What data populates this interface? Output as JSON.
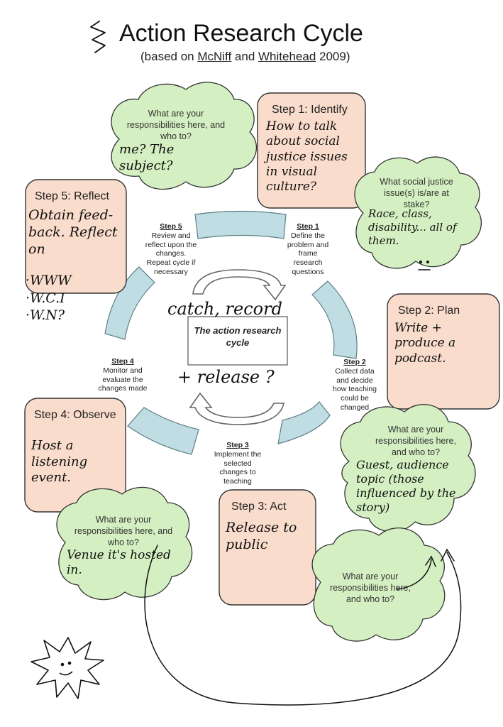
{
  "header": {
    "title": "Action Research Cycle",
    "subtitle_pre": "(based on ",
    "author1": "McNiff",
    "subtitle_and": " and ",
    "author2": "Whitehead",
    "subtitle_post": " 2009)"
  },
  "center": {
    "text": "The action research cycle"
  },
  "cycle_steps": [
    {
      "num": "Step 1",
      "desc": "Define the problem and frame research questions"
    },
    {
      "num": "Step 2",
      "desc": "Collect data and decide how teaching could be changed"
    },
    {
      "num": "Step 3",
      "desc": "Implement the selected changes to teaching"
    },
    {
      "num": "Step 4",
      "desc": "Monitor and evaluate the changes made"
    },
    {
      "num": "Step 5",
      "desc": "Review and reflect upon the changes. Repeat cycle if necessary"
    }
  ],
  "boxes": {
    "step1": {
      "title": "Step 1: Identify",
      "note": "How to talk about social justice issues in visual culture?"
    },
    "step2": {
      "title": "Step 2: Plan",
      "note": "Write + produce a podcast."
    },
    "step3": {
      "title": "Step 3: Act",
      "note": "Release to public"
    },
    "step4": {
      "title": "Step 4: Observe",
      "note": "Host a listening event."
    },
    "step5": {
      "title": "Step 5: Reflect",
      "note": "Obtain feed-back. Reflect on",
      "list": [
        "·WWW",
        "·W.C.I",
        "·W.N?"
      ]
    }
  },
  "clouds": {
    "top": {
      "question": "What are your responsibilities here, and who to?",
      "note": "me? The subject?"
    },
    "right_top": {
      "question": "What social justice issue(s) is/are at stake?",
      "note": "Race, class, disability... all of them."
    },
    "right_mid": {
      "question": "What are your responsibilities here, and who to?",
      "note": "Guest, audience topic (those influenced by the story)"
    },
    "bottom_left": {
      "question": "What are your responsibilities here, and who to?",
      "note": "Venue it's hosted in."
    },
    "bottom_right": {
      "question": "What are your responsibilities here, and who to?"
    }
  },
  "center_note": {
    "line1": "catch, record",
    "line2": "+ release ?"
  },
  "colors": {
    "box_fill": "#f9dccb",
    "cloud_fill": "#d4efc1",
    "arc_fill": "#bfdde2",
    "arc_stroke": "#5a7f85"
  },
  "icons": [
    "squiggle-icon",
    "smiley-cloud-icon",
    "smiley-star-icon",
    "sketch-arrow-icon"
  ]
}
